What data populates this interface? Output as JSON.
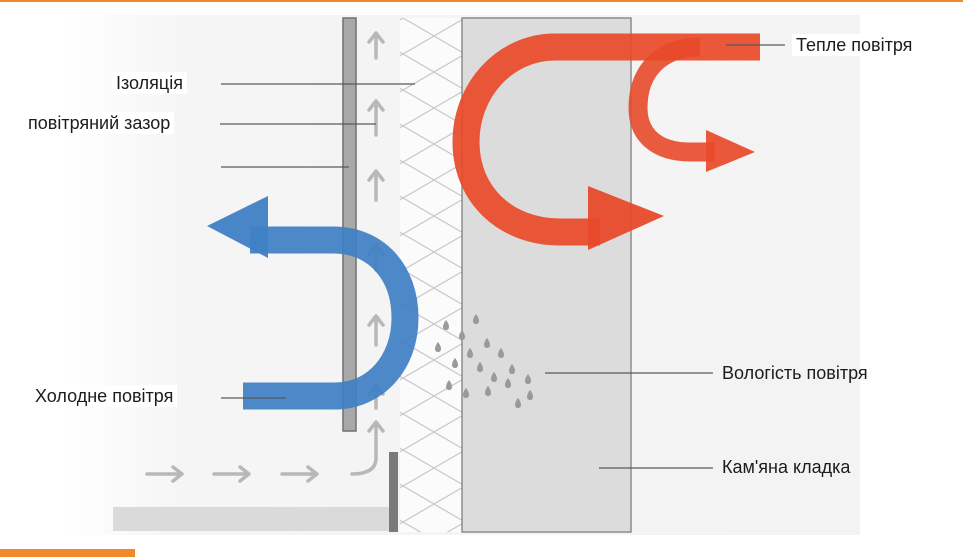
{
  "colors": {
    "accent_orange": "#f08a2c",
    "warm_air": "#e84a2a",
    "cold_air": "#3f7fc4",
    "masonry": "#dcdcdc",
    "cladding": "#a8a8a8",
    "airflow_arrows": "#b8b8b8",
    "moisture": "#9a9a9a"
  },
  "labels": {
    "insulation": "Ізоляція",
    "air_gap": "повітряний зазор",
    "cold_air": "Холодне повітря",
    "warm_air": "Тепле повітря",
    "humidity": "Вологість повітря",
    "masonry": "Кам'яна кладка"
  },
  "icons": [
    "arrow-up-icon",
    "arrow-right-icon",
    "water-drop-icon"
  ]
}
